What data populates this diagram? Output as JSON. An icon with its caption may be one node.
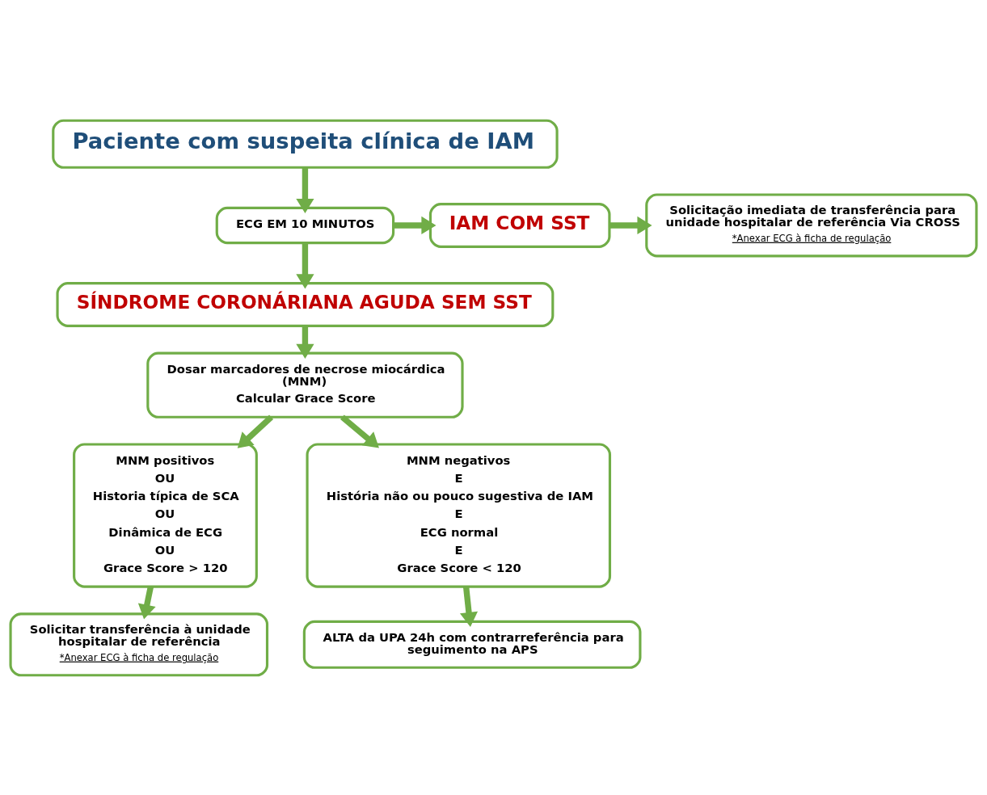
{
  "diagram": {
    "nodes": [
      {
        "text": [
          "Paciente com suspeita clínica de IAM"
        ]
      },
      {
        "text": [
          "ECG EM 10 MINUTOS"
        ]
      },
      {
        "text": [
          "IAM COM SST"
        ]
      },
      {
        "text": [
          "Solicitação imediata de transferência para unidade hospitalar de referência Via CROSS",
          "*Anexar ECG à ficha de regulação"
        ]
      },
      {
        "text": [
          "SÍNDROME CORONÁRIANA AGUDA SEM SST"
        ]
      },
      {
        "text": [
          "Dosar marcadores de necrose miocárdica (MNM)",
          "Calcular Grace Score"
        ]
      },
      {
        "text": [
          "MNM positivos",
          "OU",
          "Historia típica de SCA",
          "OU",
          "Dinâmica de ECG",
          "OU",
          "Grace Score > 120"
        ]
      },
      {
        "text": [
          "MNM negativos",
          "E",
          "História não ou pouco sugestiva de IAM",
          "E",
          "ECG normal",
          "E",
          "Grace Score < 120"
        ]
      },
      {
        "text": [
          "Solicitar transferência à unidade hospitalar de referência",
          "*Anexar ECG à ficha de regulação"
        ]
      },
      {
        "text": [
          "ALTA da UPA 24h com contrarreferência para seguimento na APS"
        ]
      }
    ],
    "edges": [
      {
        "from": 0,
        "to": 1,
        "arrow": "to"
      },
      {
        "from": 1,
        "to": 2,
        "arrow": "to"
      },
      {
        "from": 2,
        "to": 3,
        "arrow": "to"
      },
      {
        "from": 1,
        "to": 4,
        "arrow": "to"
      },
      {
        "from": 4,
        "to": 5,
        "arrow": "to"
      },
      {
        "from": 5,
        "to": 6,
        "arrow": "to"
      },
      {
        "from": 5,
        "to": 7,
        "arrow": "to"
      },
      {
        "from": 6,
        "to": 8,
        "arrow": "to"
      },
      {
        "from": 7,
        "to": 9,
        "arrow": "to"
      }
    ]
  }
}
